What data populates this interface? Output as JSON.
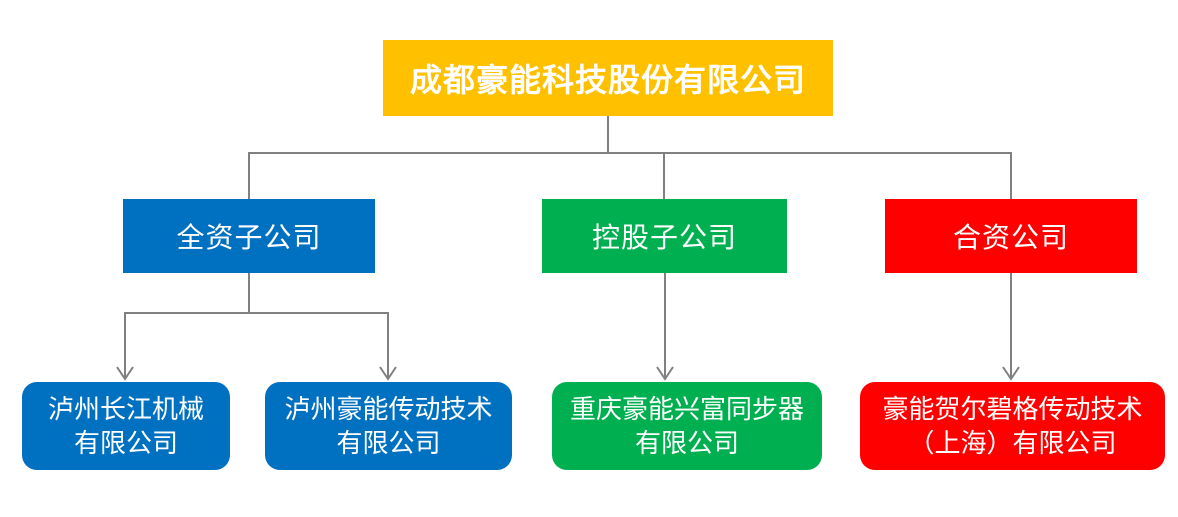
{
  "diagram": {
    "type": "org-chart",
    "root": {
      "label": "成都豪能科技股份有限公司",
      "color": "#FFC000"
    },
    "branches": [
      {
        "label": "全资子公司",
        "color": "#0070C0",
        "children": [
          {
            "label": "泸州长江机械\n有限公司",
            "full_name": "泸州长江机械有限公司"
          },
          {
            "label": "泸州豪能传动技术\n有限公司",
            "full_name": "泸州豪能传动技术有限公司"
          }
        ]
      },
      {
        "label": "控股子公司",
        "color": "#00B050",
        "children": [
          {
            "label": "重庆豪能兴富同步器\n有限公司",
            "full_name": "重庆豪能兴富同步器有限公司"
          }
        ]
      },
      {
        "label": "合资公司",
        "color": "#FF0000",
        "children": [
          {
            "label": "豪能贺尔碧格传动技术\n（上海）有限公司",
            "full_name": "豪能贺尔碧格传动技术（上海）有限公司"
          }
        ]
      }
    ],
    "colors": {
      "root_box": "#FFC000",
      "wholly_owned_box": "#0070C0",
      "holding_box": "#00B050",
      "joint_venture_box": "#FF0000",
      "connector_line": "#808080",
      "node_text": "#FFFFFF",
      "background": "#FFFFFF"
    }
  }
}
